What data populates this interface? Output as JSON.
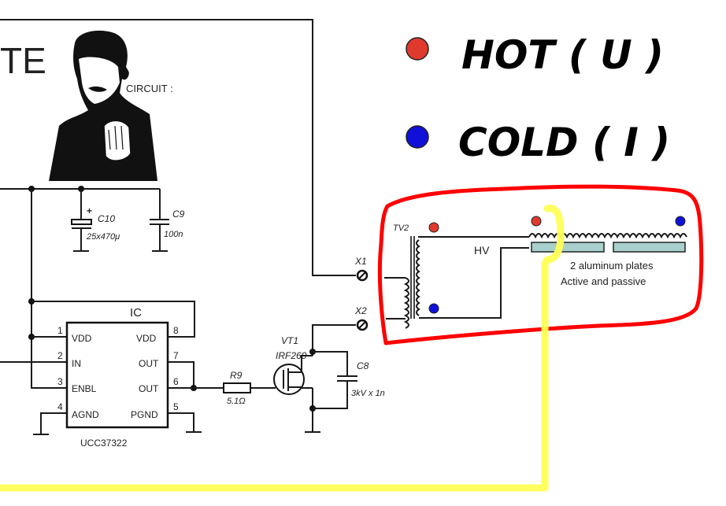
{
  "title_fragment": "TE",
  "portrait_caption": "CIRCUIT :",
  "legend": [
    {
      "label": "HOT ( U )",
      "color": "#e03a2e"
    },
    {
      "label": "COLD ( I )",
      "color": "#1010d8"
    }
  ],
  "components": {
    "c10": {
      "ref": "C10",
      "value": "25x470μ",
      "polarity": "+"
    },
    "c9": {
      "ref": "C9",
      "value": "100n"
    },
    "ic": {
      "label": "IC",
      "part": "UCC37322",
      "pins_left": [
        {
          "num": "1",
          "name": "VDD"
        },
        {
          "num": "2",
          "name": "IN"
        },
        {
          "num": "3",
          "name": "ENBL"
        },
        {
          "num": "4",
          "name": "AGND"
        }
      ],
      "pins_right": [
        {
          "num": "8",
          "name": "VDD"
        },
        {
          "num": "7",
          "name": "OUT"
        },
        {
          "num": "6",
          "name": "OUT"
        },
        {
          "num": "5",
          "name": "PGND"
        }
      ]
    },
    "r9": {
      "ref": "R9",
      "value": "5.1Ω"
    },
    "vt1": {
      "ref": "VT1",
      "part": "IRF260"
    },
    "c8": {
      "ref": "C8",
      "value": "3kV x 1n"
    },
    "x1": {
      "ref": "X1"
    },
    "x2": {
      "ref": "X2"
    },
    "tv2": {
      "ref": "TV2",
      "hv_label": "HV"
    }
  },
  "plates_note": [
    "2 aluminum plates",
    "Active and passive"
  ],
  "colors": {
    "hot": "#e03a2e",
    "cold": "#1010d8",
    "highlight_outline": "#ff0000",
    "loop_wire": "#ffff55",
    "plate_fill": "#a8d0cc"
  }
}
